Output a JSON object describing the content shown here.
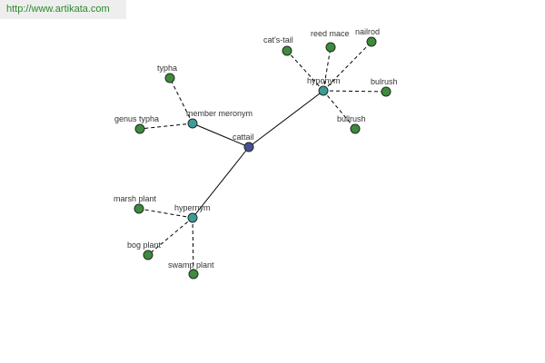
{
  "header": {
    "url": "http://www.artikata.com"
  },
  "colors": {
    "center_node": "#4b4b9a",
    "relation_node": "#3f9a9a",
    "leaf_node": "#3f8a3f"
  },
  "graph": {
    "center": {
      "id": "cattail",
      "label": "cattail"
    },
    "relations": [
      {
        "id": "hyponym",
        "label": "hyponym",
        "children": [
          {
            "id": "cats-tail",
            "label": "cat's-tail"
          },
          {
            "id": "reed-mace",
            "label": "reed mace"
          },
          {
            "id": "nailrod",
            "label": "nailrod"
          },
          {
            "id": "bulrush-1",
            "label": "bulrush"
          },
          {
            "id": "bullrush",
            "label": "bullrush"
          }
        ]
      },
      {
        "id": "member-meronym",
        "label": "member meronym",
        "children": [
          {
            "id": "typha",
            "label": "typha"
          },
          {
            "id": "genus-typha",
            "label": "genus typha"
          }
        ]
      },
      {
        "id": "hypernym",
        "label": "hypernym",
        "children": [
          {
            "id": "marsh-plant",
            "label": "marsh plant"
          },
          {
            "id": "bog-plant",
            "label": "bog plant"
          },
          {
            "id": "swamp-plant",
            "label": "swamp plant"
          }
        ]
      }
    ]
  }
}
